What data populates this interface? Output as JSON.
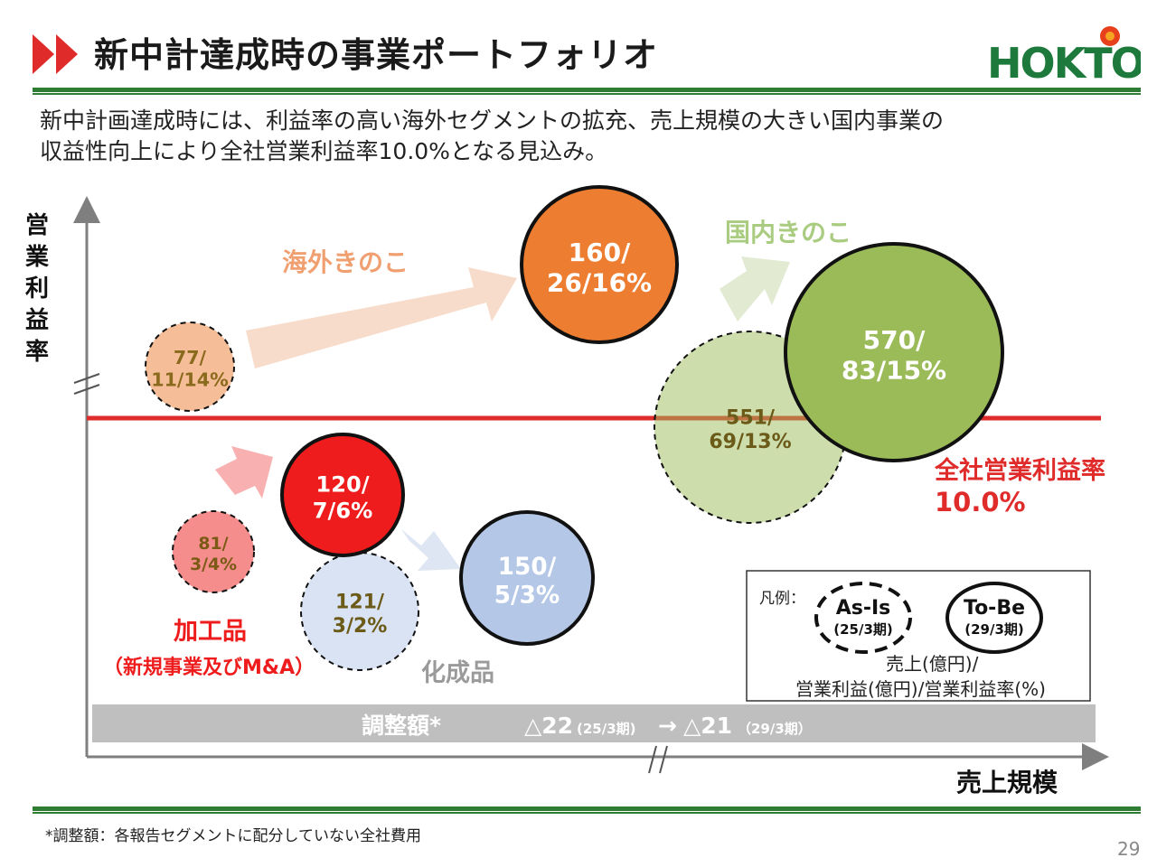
{
  "header": {
    "title": "新中計達成時の事業ポートフォリオ",
    "logo_text": "HOKTO"
  },
  "lead": {
    "line1": "新中計画達成時には、利益率の高い海外セグメントの拡充、売上規模の大きい国内事業の",
    "line2": "収益性向上により全社営業利益率10.0%となる見込み。"
  },
  "colors": {
    "title_arrow": "#e02b2b",
    "brand_green": "#2e7d32",
    "threshold_line": "#e02b2b",
    "overseas": "#ed7d31",
    "domestic": "#9bbb59",
    "processed": "#ee1c1c",
    "chemical": "#b4c7e7",
    "adjustment_bar": "#bfbfbf"
  },
  "chart_data": {
    "type": "bubble",
    "xlabel": "売上規模",
    "ylabel": "営業利益率",
    "units": "売上(億円)/営業利益(億円)/営業利益率(%)",
    "segments": [
      {
        "name": "海外きのこ",
        "color": "#ed7d31",
        "as_is": {
          "sales": 77,
          "op_income": 11,
          "margin": 14,
          "label_line1": "77/",
          "label_line2": "11/14%"
        },
        "to_be": {
          "sales": 160,
          "op_income": 26,
          "margin": 16,
          "label_line1": "160/",
          "label_line2": "26/16%"
        }
      },
      {
        "name": "国内きのこ",
        "color": "#9bbb59",
        "as_is": {
          "sales": 551,
          "op_income": 69,
          "margin": 13,
          "label_line1": "551/",
          "label_line2": "69/13%"
        },
        "to_be": {
          "sales": 570,
          "op_income": 83,
          "margin": 15,
          "label_line1": "570/",
          "label_line2": "83/15%"
        }
      },
      {
        "name": "加工品",
        "sub_name": "（新規事業及びM&A）",
        "color": "#ee1c1c",
        "as_is": {
          "sales": 81,
          "op_income": 3,
          "margin": 4,
          "label_line1": "81/",
          "label_line2": "3/4%"
        },
        "to_be": {
          "sales": 120,
          "op_income": 7,
          "margin": 6,
          "label_line1": "120/",
          "label_line2": "7/6%"
        }
      },
      {
        "name": "化成品",
        "color": "#b4c7e7",
        "as_is": {
          "sales": 121,
          "op_income": 3,
          "margin": 2,
          "label_line1": "121/",
          "label_line2": "3/2%"
        },
        "to_be": {
          "sales": 150,
          "op_income": 5,
          "margin": 3,
          "label_line1": "150/",
          "label_line2": "5/3%"
        }
      }
    ],
    "threshold": {
      "label_line1": "全社営業利益率",
      "label_line2": "10.0%",
      "value": 10.0
    },
    "adjustment": {
      "label": "調整額*",
      "from_value": "△22",
      "from_period": "(25/3期)",
      "arrow": "→",
      "to_value": "△21",
      "to_period": "（29/3期）"
    },
    "legend": {
      "title": "凡例：",
      "as_is_label": "As-Is",
      "as_is_period": "(25/3期)",
      "to_be_label": "To-Be",
      "to_be_period": "(29/3期)",
      "units_line1": "売上(億円)/",
      "units_line2": "営業利益(億円)/営業利益率(%)"
    }
  },
  "footnote": "*調整額：各報告セグメントに配分していない全社費用",
  "page_number": "29"
}
